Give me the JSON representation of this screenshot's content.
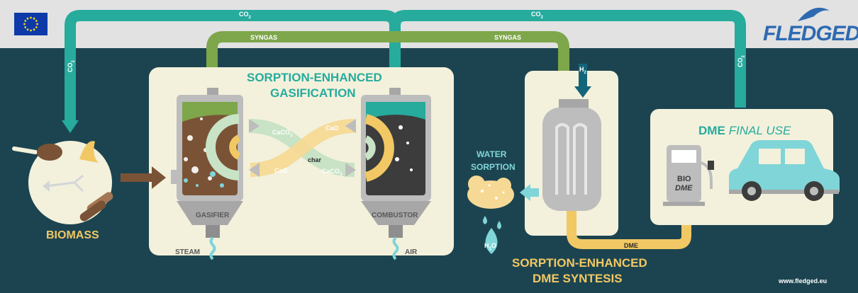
{
  "branding": {
    "logo_text": "FLEDGED",
    "website": "www.fledged.eu"
  },
  "flows": {
    "co2_left": "CO",
    "co2_right": "CO",
    "co2_sub": "2",
    "syngas_left": "SYNGAS",
    "syngas_right": "SYNGAS",
    "h2": "H",
    "h2_sub": "2",
    "dme": "DME"
  },
  "biomass": {
    "label": "BIOMASS"
  },
  "gasification": {
    "title_line1": "SORPTION-ENHANCED",
    "title_line2": "GASIFICATION",
    "gasifier": "GASIFIER",
    "combustor": "COMBUSTOR",
    "steam": "STEAM",
    "air": "AIR",
    "cao_top": "CaO",
    "cao_bottom": "CaO",
    "caco3_top": "CaCO",
    "caco3_bottom": "CaCO",
    "co3_sub": "3",
    "char": "char"
  },
  "water_sorption": {
    "line1": "WATER",
    "line2": "SORPTION",
    "h2o": "H",
    "h2o_sub": "2",
    "h2o_end": "O"
  },
  "dme_synthesis": {
    "line1": "SORPTION-ENHANCED",
    "line2": "DME SYNTESIS"
  },
  "final_use": {
    "title_bold": "DME",
    "title_italic": "FINAL USE",
    "pump_bio": "BIO",
    "pump_dme": "DME"
  },
  "colors": {
    "background": "#1c4450",
    "teal": "#26ab9d",
    "green": "#7ea64a",
    "yellow": "#f1c863",
    "panel": "#f3f1dc",
    "eu_blue": "#0d3aa8"
  }
}
